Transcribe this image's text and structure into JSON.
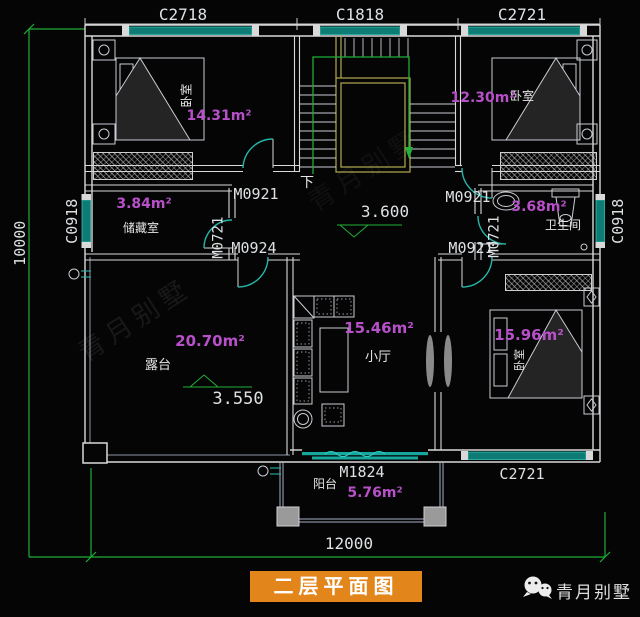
{
  "windows": {
    "top_left": "C2718",
    "top_mid": "C1818",
    "top_right": "C2721",
    "left": "C0918",
    "right": "C0918",
    "bottom": "C2721"
  },
  "doors": {
    "bedroom_tl": "M0921",
    "bedroom_tr": "M0921",
    "bedroom_br": "M0921",
    "storage": "M0721",
    "bathroom": "M0721",
    "terrace": "M0924",
    "balcony": "M1824"
  },
  "dims": {
    "width": "12000",
    "height": "10000"
  },
  "levels": {
    "hall": "3.600",
    "terrace": "3.550"
  },
  "stairs": {
    "down": "下"
  },
  "rooms": {
    "bedroom_tl": {
      "name": "卧室",
      "area": "14.31m²"
    },
    "bedroom_tr": {
      "name": "卧室",
      "area": "12.30m²"
    },
    "bedroom_br": {
      "name": "卧室",
      "area": "15.96m²"
    },
    "storage": {
      "name": "储藏室",
      "area": "3.84m²"
    },
    "bathroom": {
      "name": "卫生间",
      "area": "3.68m²"
    },
    "terrace": {
      "name": "露台",
      "area": "20.70m²"
    },
    "hall": {
      "name": "小厅",
      "area": "15.46m²"
    },
    "balcony": {
      "name": "阳台",
      "area": "5.76m²"
    }
  },
  "footer": {
    "title": "二层平面图",
    "brand": "青月别墅"
  },
  "watermark": "青月别墅",
  "colors": {
    "wall": "#d9d9d9",
    "window_teal": "#0e7c75",
    "dim_green": "#1fae38",
    "area_text": "#b750c9",
    "door_teal": "#25b5a9",
    "stair_well": "#b3a94f",
    "title_bg": "#e2851b",
    "background": "#050505"
  }
}
